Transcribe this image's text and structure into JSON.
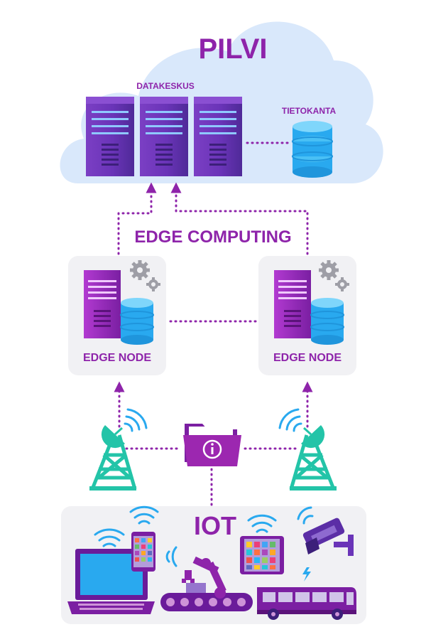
{
  "cloud": {
    "title": "PILVI",
    "datacenter_label": "DATAKESKUS",
    "database_label": "TIETOKANTA"
  },
  "edge": {
    "title": "EDGE COMPUTING",
    "left_node_label": "EDGE NODE",
    "right_node_label": "EDGE NODE"
  },
  "iot": {
    "title": "IOT"
  },
  "colors": {
    "purple": "#8e24aa",
    "dark_purple": "#5b2ea6",
    "cloud": "#d9e8fb",
    "panel": "#f1f1f4",
    "cyan": "#29b6f6",
    "teal": "#26c6b0"
  }
}
